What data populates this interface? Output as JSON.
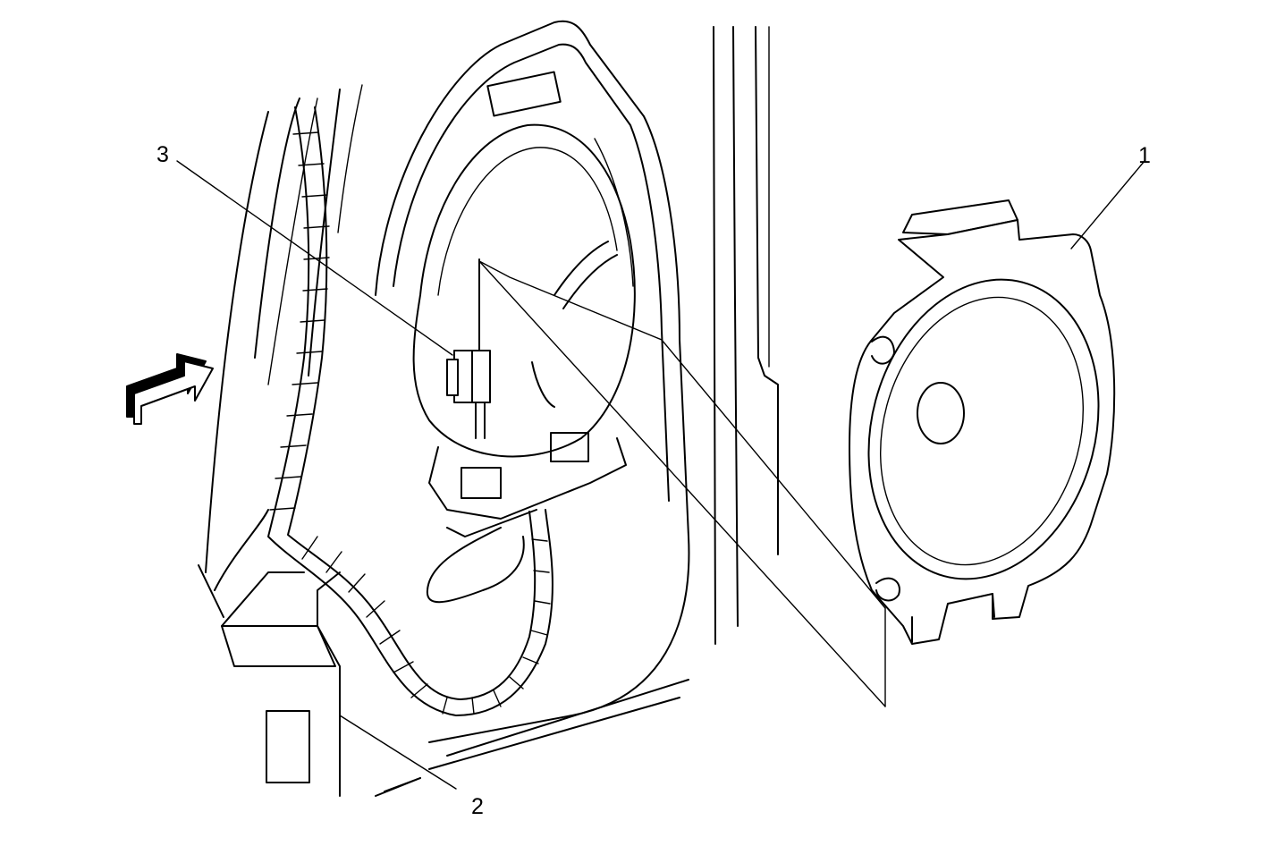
{
  "callouts": {
    "c1": "1",
    "c2": "2",
    "c3": "3"
  },
  "icons": {
    "direction_arrow": "view-direction-arrow-icon"
  },
  "colors": {
    "line": "#000000",
    "background": "#ffffff"
  }
}
